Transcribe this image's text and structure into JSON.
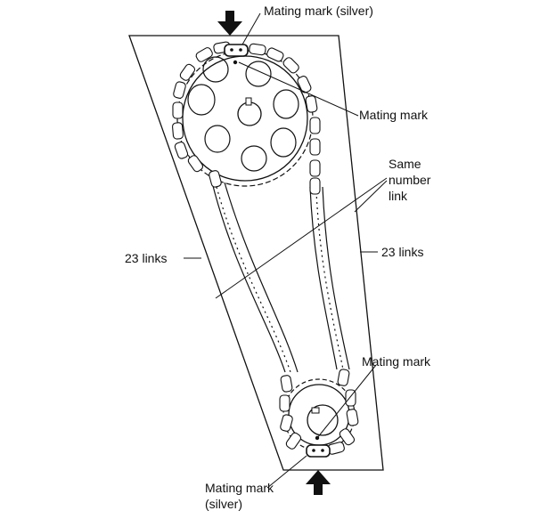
{
  "labels": {
    "top_mating_mark": "Mating mark (silver)",
    "cam_mating_mark": "Mating mark",
    "same_number_link_1": "Same",
    "same_number_link_2": "number",
    "same_number_link_3": "link",
    "left_links": "23 links",
    "right_links": "23 links",
    "crank_mating_mark": "Mating mark",
    "bottom_mating_mark_1": "Mating mark",
    "bottom_mating_mark_2": "(silver)"
  },
  "colors": {
    "ink": "#111111",
    "background": "#ffffff"
  },
  "icons": {
    "top_arrow": "down-arrow-icon",
    "bottom_arrow": "up-arrow-icon"
  }
}
